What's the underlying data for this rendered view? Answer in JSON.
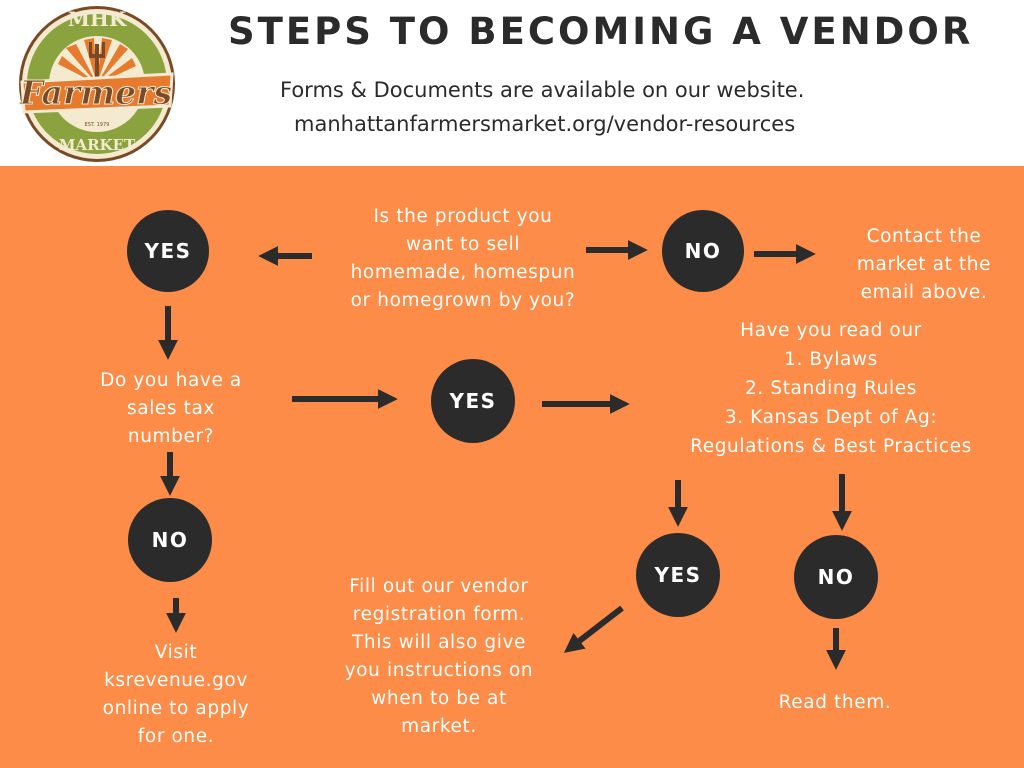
{
  "header": {
    "title": "STEPS TO BECOMING A VENDOR",
    "subtitle_line1": "Forms & Documents are available on our website.",
    "subtitle_line2": "manhattanfarmersmarket.org/vendor-resources"
  },
  "logo": {
    "top_text": "MHK",
    "script_text": "Farmers",
    "bottom_text": "MARKET",
    "est_text": "EST. 1979"
  },
  "colors": {
    "background_orange": "#fc8c47",
    "node_dark": "#2b2b2b",
    "text_light": "#ffffff",
    "logo_green": "#8ba33e",
    "logo_cream": "#f4ead0",
    "logo_brown": "#7a4a26",
    "logo_orange": "#e67a2e"
  },
  "diagram": {
    "question_product": [
      "Is the product you",
      "want to sell",
      "homemade, homespun",
      "or homegrown by you?"
    ],
    "answer_product_yes": "YES",
    "answer_product_no": "NO",
    "result_contact": [
      "Contact the",
      "market at the",
      "email above."
    ],
    "question_tax": [
      "Do you have a",
      "sales tax",
      "number?"
    ],
    "answer_tax_yes": "YES",
    "answer_tax_no": "NO",
    "result_visit": [
      "Visit",
      "ksrevenue.gov",
      "online to apply",
      "for one."
    ],
    "question_read": [
      "Have you read our",
      "1. Bylaws",
      "2. Standing Rules",
      "3. Kansas Dept of Ag:",
      "Regulations & Best Practices"
    ],
    "answer_read_yes": "YES",
    "answer_read_no": "NO",
    "result_fill": [
      "Fill out our vendor",
      "registration form.",
      "This will also give",
      "you instructions on",
      "when to be at",
      "market."
    ],
    "result_read": "Read them."
  }
}
